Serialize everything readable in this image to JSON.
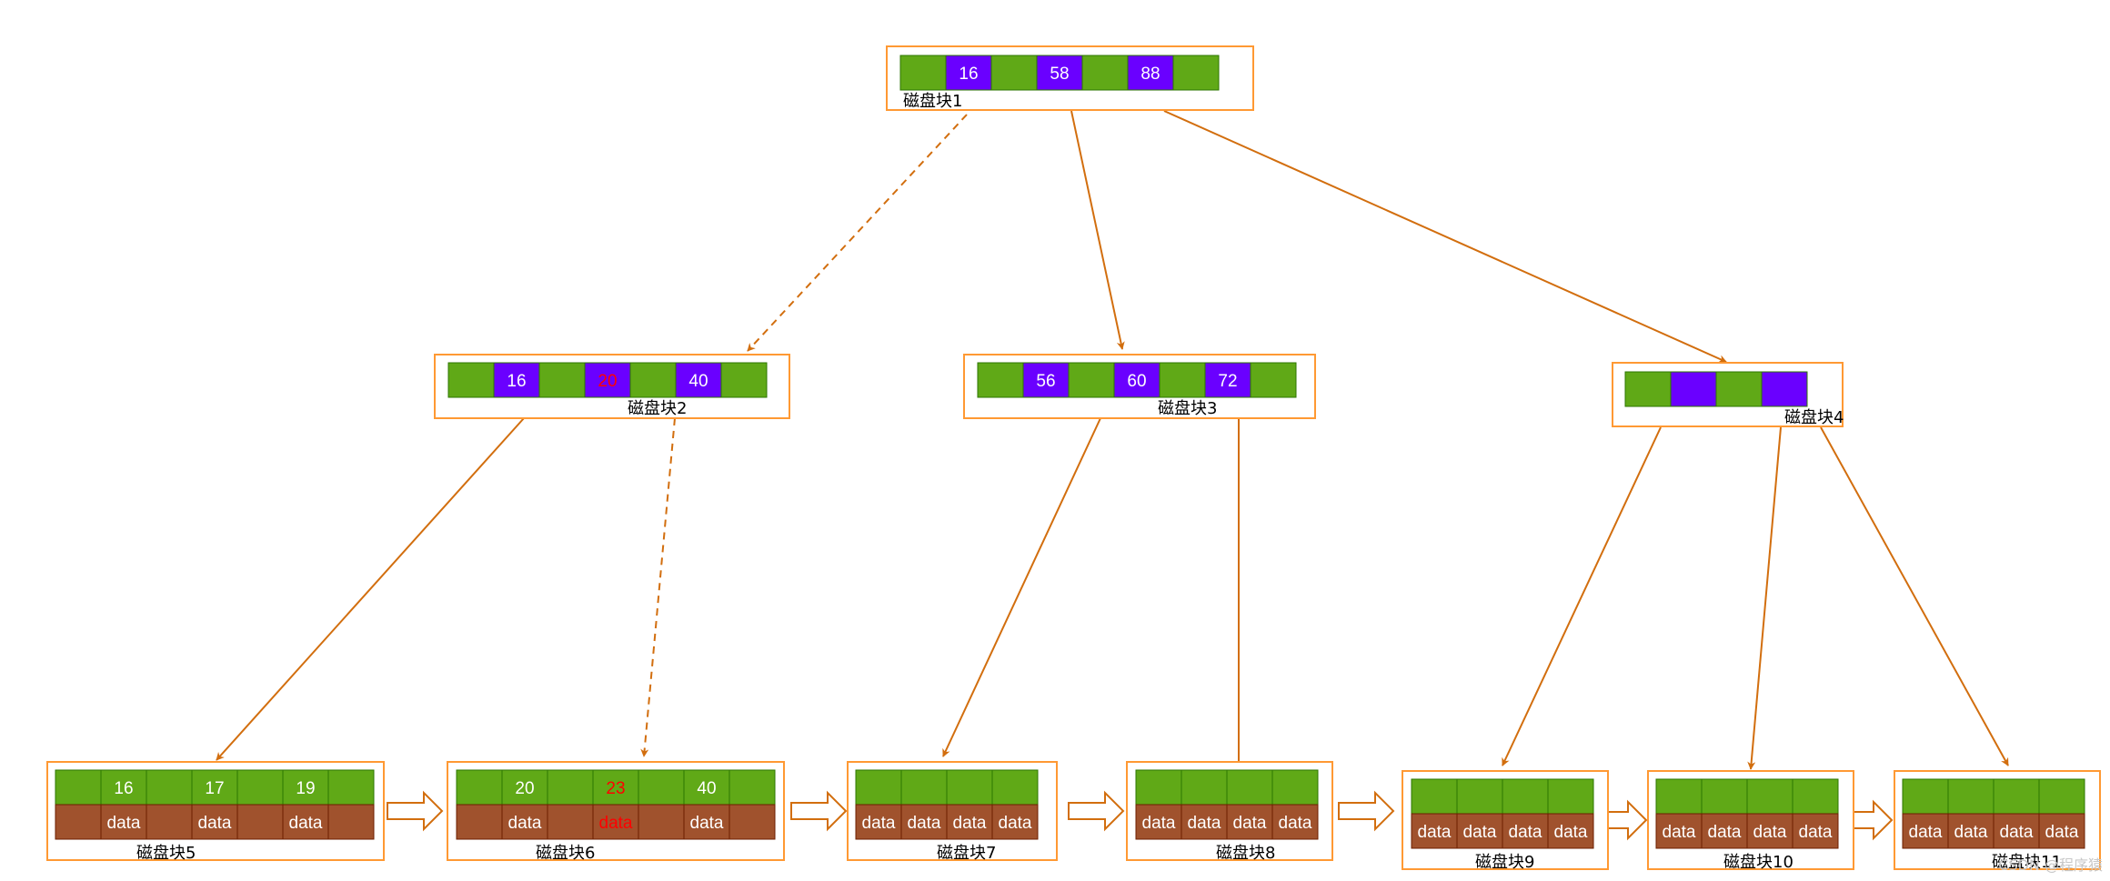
{
  "colors": {
    "key_cell": "#6a00ff",
    "pointer_cell": "#60a917",
    "data_cell": "#a0522d",
    "block_border": "#ff9933",
    "edge": "#d26e0e",
    "highlight_text": "#ff0000"
  },
  "blocks": {
    "b1": {
      "label": "磁盘块1",
      "keys": [
        "16",
        "58",
        "88"
      ]
    },
    "b2": {
      "label": "磁盘块2",
      "keys": [
        "16",
        "20",
        "40"
      ]
    },
    "b3": {
      "label": "磁盘块3",
      "keys": [
        "56",
        "60",
        "72"
      ]
    },
    "b4": {
      "label": "磁盘块4",
      "keys": [
        "",
        ""
      ]
    },
    "b5": {
      "label": "磁盘块5",
      "keys": [
        "16",
        "17",
        "19"
      ],
      "data": [
        "data",
        "data",
        "data"
      ]
    },
    "b6": {
      "label": "磁盘块6",
      "keys": [
        "20",
        "23",
        "40"
      ],
      "data": [
        "data",
        "data",
        "data"
      ]
    },
    "b7": {
      "label": "磁盘块7",
      "data": [
        "data",
        "data",
        "data",
        "data"
      ]
    },
    "b8": {
      "label": "磁盘块8",
      "data": [
        "data",
        "data",
        "data",
        "data"
      ]
    },
    "b9": {
      "label": "磁盘块9",
      "data": [
        "data",
        "data",
        "data",
        "data"
      ]
    },
    "b10": {
      "label": "磁盘块10",
      "data": [
        "data",
        "data",
        "data",
        "data"
      ]
    },
    "b11": {
      "label": "磁盘块11",
      "data": [
        "data",
        "data",
        "data",
        "data"
      ]
    }
  },
  "watermark": "CSDN @程序猿"
}
